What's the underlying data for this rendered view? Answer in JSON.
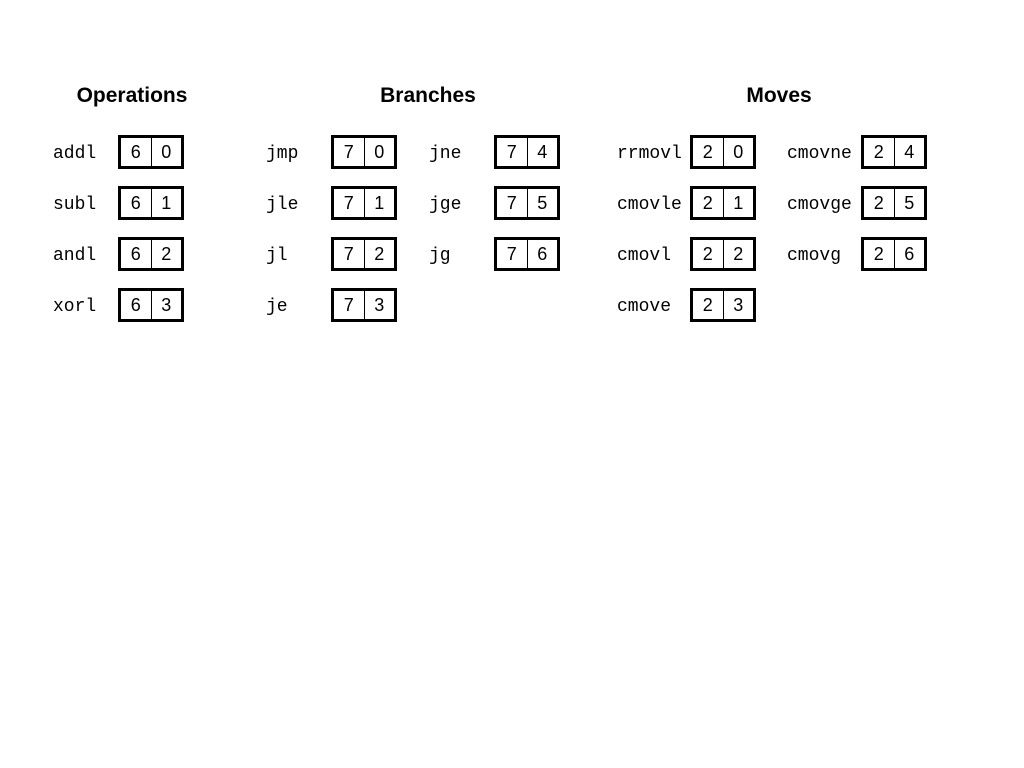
{
  "headings": {
    "operations": "Operations",
    "branches": "Branches",
    "moves": "Moves"
  },
  "operations": [
    {
      "name": "addl",
      "icode": "6",
      "ifun": "0"
    },
    {
      "name": "subl",
      "icode": "6",
      "ifun": "1"
    },
    {
      "name": "andl",
      "icode": "6",
      "ifun": "2"
    },
    {
      "name": "xorl",
      "icode": "6",
      "ifun": "3"
    }
  ],
  "branches_left": [
    {
      "name": "jmp",
      "icode": "7",
      "ifun": "0"
    },
    {
      "name": "jle",
      "icode": "7",
      "ifun": "1"
    },
    {
      "name": "jl",
      "icode": "7",
      "ifun": "2"
    },
    {
      "name": "je",
      "icode": "7",
      "ifun": "3"
    }
  ],
  "branches_right": [
    {
      "name": "jne",
      "icode": "7",
      "ifun": "4"
    },
    {
      "name": "jge",
      "icode": "7",
      "ifun": "5"
    },
    {
      "name": "jg",
      "icode": "7",
      "ifun": "6"
    }
  ],
  "moves_left": [
    {
      "name": "rrmovl",
      "icode": "2",
      "ifun": "0"
    },
    {
      "name": "cmovle",
      "icode": "2",
      "ifun": "1"
    },
    {
      "name": "cmovl",
      "icode": "2",
      "ifun": "2"
    },
    {
      "name": "cmove",
      "icode": "2",
      "ifun": "3"
    }
  ],
  "moves_right": [
    {
      "name": "cmovne",
      "icode": "2",
      "ifun": "4"
    },
    {
      "name": "cmovge",
      "icode": "2",
      "ifun": "5"
    },
    {
      "name": "cmovg",
      "icode": "2",
      "ifun": "6"
    }
  ]
}
